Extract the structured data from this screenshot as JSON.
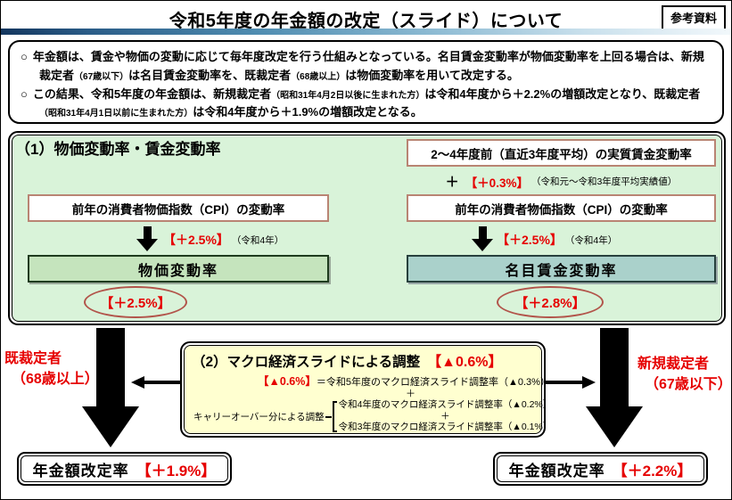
{
  "header": {
    "title": "令和5年度の年金額の改定（スライド）について",
    "ref_label": "参考資料"
  },
  "intro": {
    "marker": "○",
    "b1_pre": "年金額は、賃金や物価の変動に応じて毎年度改定を行う仕組みとなっている。名目賃金変動率が物価変動率を上回る場合は、新規裁定者",
    "b1_small1": "（67歳以下）",
    "b1_mid": "は名目賃金変動率を、既裁定者",
    "b1_small2": "（68歳以上）",
    "b1_post": "は物価変動率を用いて改定する。",
    "b2_pre": "この結果、令和5年度の年金額は、新規裁定者",
    "b2_small1": "（昭和31年4月2日以後に生まれた方）",
    "b2_mid": "は令和4年度から＋2.2%の増額改定となり、既裁定者",
    "b2_small2": "（昭和31年4月1日以前に生まれた方）",
    "b2_post": "は令和4年度から＋1.9%の増額改定となる。"
  },
  "section1": {
    "title": "（1）物価変動率・賃金変動率",
    "real_wage_box": "2～4年度前（直近3年度平均）の実質賃金変動率",
    "plus_sign": "＋",
    "real_wage_rate": "【＋0.3%】",
    "real_wage_note": "（令和元～令和3年度平均実績値）",
    "cpi_box_left": "前年の消費者物価指数（CPI）の変動率",
    "cpi_box_right": "前年の消費者物価指数（CPI）の変動率",
    "cpi_rate_left": "【＋2.5%】",
    "cpi_rate_left_note": "（令和4年）",
    "cpi_rate_right": "【＋2.5%】",
    "cpi_rate_right_note": "（令和4年）",
    "price_box": "物価変動率",
    "wage_box": "名目賃金変動率",
    "price_result": "【＋2.5%】",
    "wage_result": "【＋2.8%】"
  },
  "section2": {
    "title": "（2）マクロ経済スライドによる調整",
    "title_rate": "【▲0.6%】",
    "formula_rate": "【▲0.6%】",
    "formula_rest": "＝令和5年度のマクロ経済スライド調整率（▲0.3%）",
    "plus": "＋",
    "carryover_label": "キャリーオーバー分による調整",
    "carry_line1": "令和4年度のマクロ経済スライド調整率（▲0.2%）",
    "carry_plus": "＋",
    "carry_line2": "令和3年度のマクロ経済スライド調整率（▲0.1%）"
  },
  "flow": {
    "left_line1": "既裁定者",
    "left_line2": "（68歳以上）",
    "right_line1": "新規裁定者",
    "right_line2": "（67歳以下）"
  },
  "results": {
    "left_label": "年金額改定率",
    "left_rate": "【＋1.9%】",
    "right_label": "年金額改定率",
    "right_rate": "【＋2.2%】"
  },
  "colors": {
    "accent_red": "#e60000",
    "section1_bg": "#d9f3d9",
    "price_box_fill": "#c5e4bd",
    "wage_box_fill": "#aad1cb",
    "section2_bg": "#ffffd0",
    "cpi_box_border": "#b98473",
    "oval_border": "#b2544a",
    "header_gradient_start": "#14365e",
    "header_gradient_end": "#f2f8fb"
  }
}
